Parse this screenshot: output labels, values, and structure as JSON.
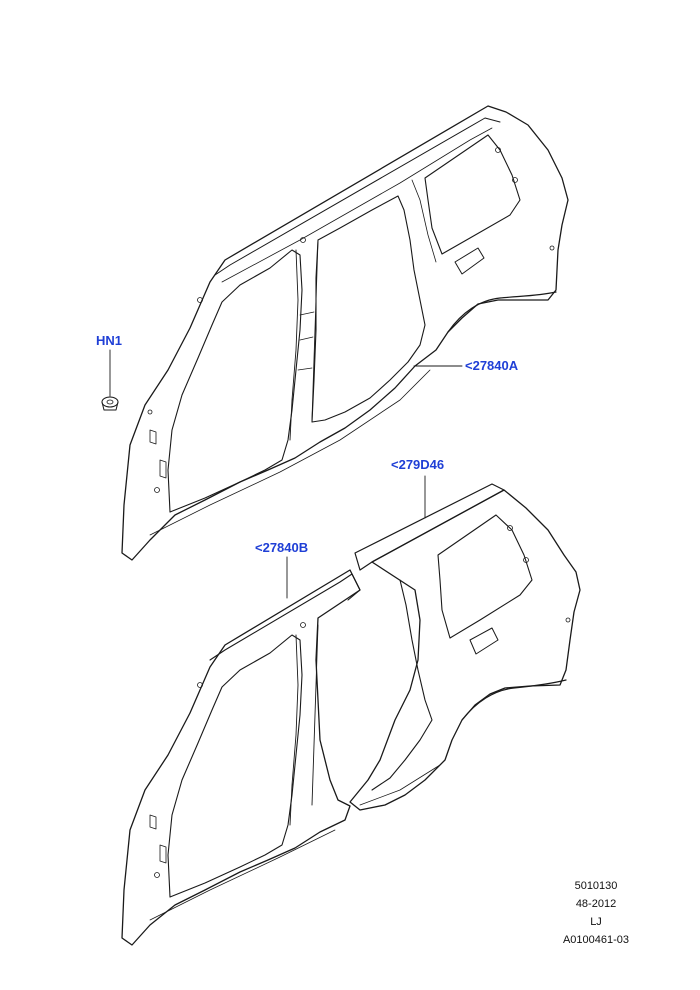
{
  "callouts": {
    "hn1": "HN1",
    "p27840a": "<27840A",
    "p279d46": "<279D46",
    "p27840b": "<27840B"
  },
  "footer": {
    "line1": "5010130",
    "line2": "48-2012",
    "line3": "LJ",
    "line4": "A0100461-03"
  },
  "colors": {
    "callout": "#1f3fd6",
    "line": "#1a1a1a"
  }
}
